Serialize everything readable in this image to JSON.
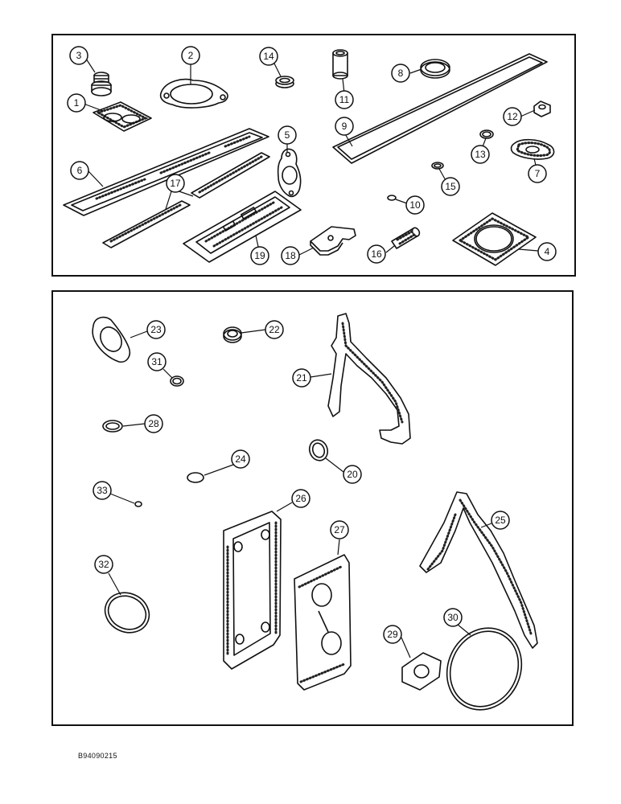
{
  "figure_code": "B94090215",
  "callouts": [
    {
      "id": "c1",
      "label": "1"
    },
    {
      "id": "c2",
      "label": "2"
    },
    {
      "id": "c3",
      "label": "3"
    },
    {
      "id": "c4",
      "label": "4"
    },
    {
      "id": "c5",
      "label": "5"
    },
    {
      "id": "c6",
      "label": "6"
    },
    {
      "id": "c7",
      "label": "7"
    },
    {
      "id": "c8",
      "label": "8"
    },
    {
      "id": "c9",
      "label": "9"
    },
    {
      "id": "c10",
      "label": "10"
    },
    {
      "id": "c11",
      "label": "11"
    },
    {
      "id": "c12",
      "label": "12"
    },
    {
      "id": "c13",
      "label": "13"
    },
    {
      "id": "c14",
      "label": "14"
    },
    {
      "id": "c15",
      "label": "15"
    },
    {
      "id": "c16",
      "label": "16"
    },
    {
      "id": "c17",
      "label": "17"
    },
    {
      "id": "c18",
      "label": "18"
    },
    {
      "id": "c19",
      "label": "19"
    },
    {
      "id": "c20",
      "label": "20"
    },
    {
      "id": "c21",
      "label": "21"
    },
    {
      "id": "c22",
      "label": "22"
    },
    {
      "id": "c23",
      "label": "23"
    },
    {
      "id": "c24",
      "label": "24"
    },
    {
      "id": "c25",
      "label": "25"
    },
    {
      "id": "c26",
      "label": "26"
    },
    {
      "id": "c27",
      "label": "27"
    },
    {
      "id": "c28",
      "label": "28"
    },
    {
      "id": "c29",
      "label": "29"
    },
    {
      "id": "c30",
      "label": "30"
    },
    {
      "id": "c31",
      "label": "31"
    },
    {
      "id": "c32",
      "label": "32"
    },
    {
      "id": "c33",
      "label": "33"
    }
  ]
}
